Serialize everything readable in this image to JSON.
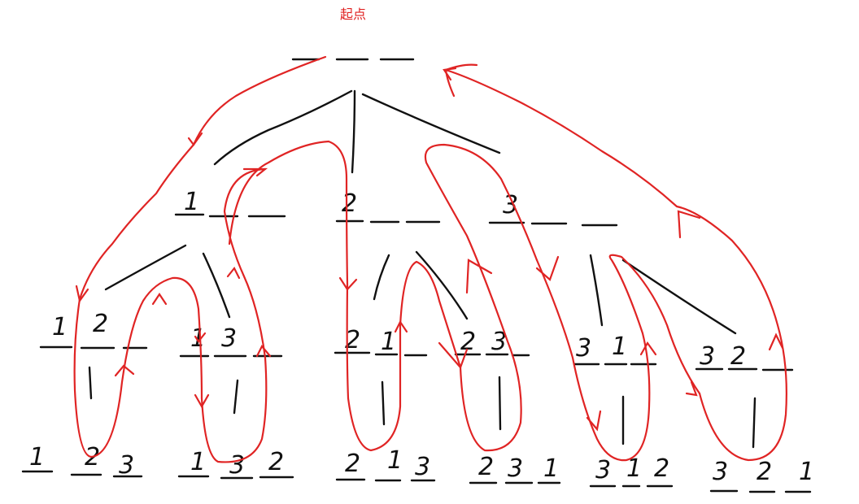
{
  "start_label": "起点",
  "root": {
    "digits": [
      "",
      "",
      ""
    ]
  },
  "level1": [
    {
      "id": "n1",
      "digits": [
        "1",
        "",
        ""
      ]
    },
    {
      "id": "n2",
      "digits": [
        "2",
        "",
        ""
      ]
    },
    {
      "id": "n3",
      "digits": [
        "3",
        "",
        ""
      ]
    }
  ],
  "level2": [
    {
      "id": "n12",
      "digits": [
        "1",
        "2",
        ""
      ]
    },
    {
      "id": "n13",
      "digits": [
        "1",
        "3",
        ""
      ]
    },
    {
      "id": "n21",
      "digits": [
        "2",
        "1",
        ""
      ]
    },
    {
      "id": "n23",
      "digits": [
        "2",
        "3",
        ""
      ]
    },
    {
      "id": "n31",
      "digits": [
        "3",
        "1",
        ""
      ]
    },
    {
      "id": "n32",
      "digits": [
        "3",
        "2",
        ""
      ]
    }
  ],
  "leaves": [
    {
      "id": "p123",
      "digits": [
        "1",
        "2",
        "3"
      ]
    },
    {
      "id": "p132",
      "digits": [
        "1",
        "3",
        "2"
      ]
    },
    {
      "id": "p213",
      "digits": [
        "2",
        "1",
        "3"
      ]
    },
    {
      "id": "p231",
      "digits": [
        "2",
        "3",
        "1"
      ]
    },
    {
      "id": "p312",
      "digits": [
        "3",
        "1",
        "2"
      ]
    },
    {
      "id": "p321",
      "digits": [
        "3",
        "2",
        "1"
      ]
    }
  ],
  "colors": {
    "tree": "#111111",
    "traversal": "#e02424",
    "start_label": "#e02020"
  }
}
